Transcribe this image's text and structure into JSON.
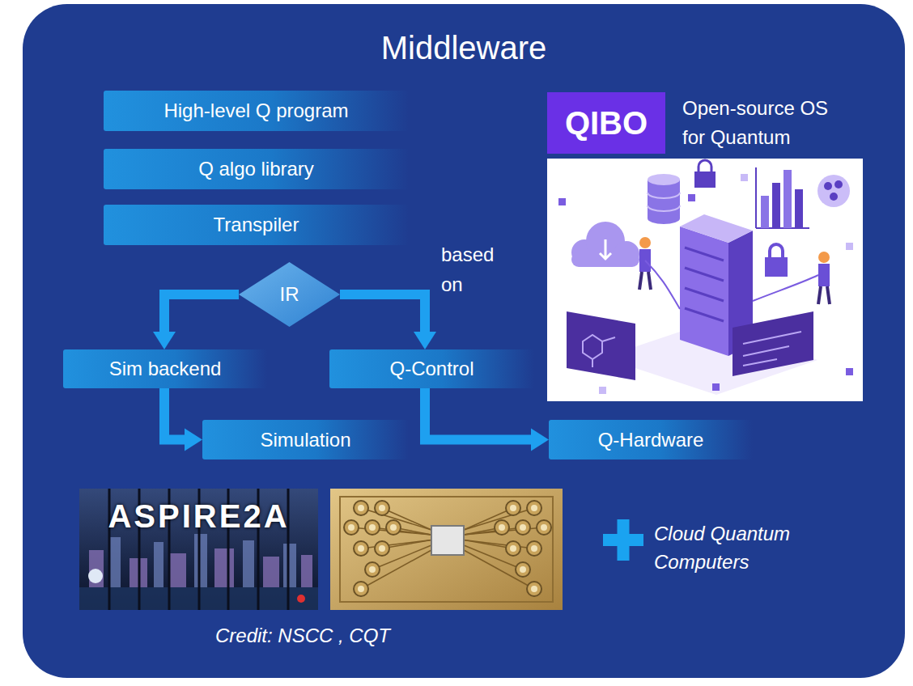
{
  "diagram": {
    "caption": "Credit: NSCC , CQT",
    "nodes": [
      {
        "text": [
          "Middleware"
        ]
      },
      {
        "text": [
          "High-level Q program"
        ],
        "in": 0
      },
      {
        "text": [
          "Q algo library"
        ],
        "in": 0
      },
      {
        "text": [
          "Transpiler"
        ],
        "in": 0
      },
      {
        "text": [
          "IR"
        ],
        "in": 0
      },
      {
        "text": [
          "Sim backend"
        ],
        "in": 0
      },
      {
        "text": [
          "Q-Control"
        ],
        "in": 0
      },
      {
        "text": [
          "Simulation"
        ],
        "in": 0
      },
      {
        "text": [
          "Q-Hardware"
        ],
        "in": 0
      },
      {
        "text": [
          "QIBO"
        ],
        "in": 0
      }
    ],
    "edges": [
      {
        "from": 4,
        "to": 5,
        "arrow": "to"
      },
      {
        "from": 4,
        "to": 6,
        "arrow": "to"
      },
      {
        "from": 5,
        "to": 7,
        "arrow": "to"
      },
      {
        "from": 6,
        "to": 8,
        "arrow": "to"
      }
    ],
    "labels": [
      "based on",
      "Open-source OS for Quantum",
      "ASPIRE2A",
      "Cloud Quantum Computers"
    ]
  }
}
